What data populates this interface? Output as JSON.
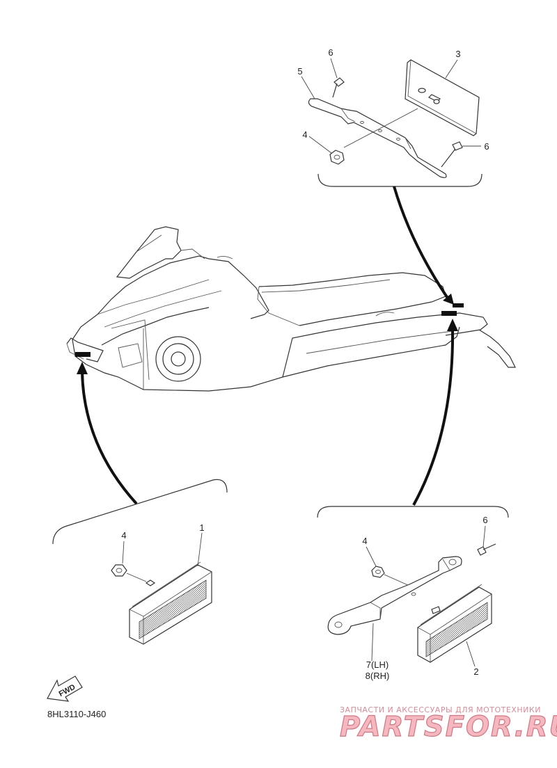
{
  "diagram": {
    "code": "8HL3110-J460",
    "fwd_label": "FWD",
    "callouts": {
      "top_bolt_upper": "6",
      "top_bracket": "5",
      "top_reflector": "3",
      "top_nut": "4",
      "top_bolt_lower": "6",
      "left_nut": "4",
      "left_reflector": "1",
      "right_nut": "4",
      "right_bolt": "6",
      "right_bracket_lh": "7(LH)",
      "right_bracket_rh": "8(RH)",
      "right_reflector": "2"
    }
  },
  "watermark": {
    "tagline": "ЗАПЧАСТИ И АКСЕССУАРЫ ДЛЯ МОТОТЕХНИКИ",
    "brand": "PARTSFOR.RU"
  }
}
